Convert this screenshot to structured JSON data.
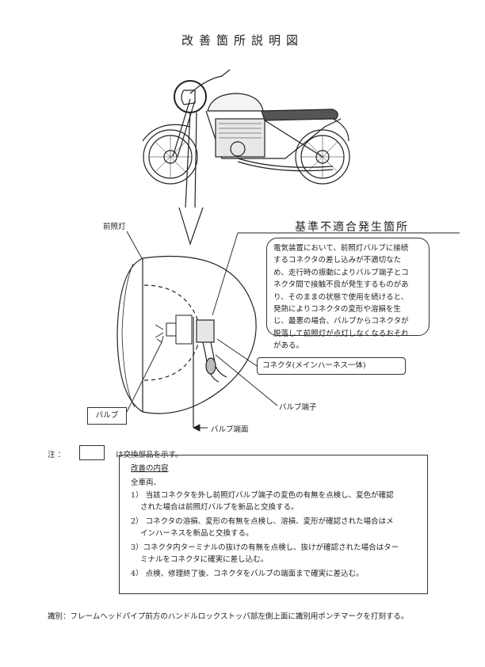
{
  "title": "改善箇所説明図",
  "callout": {
    "title": "基準不適合発生箇所",
    "lines": [
      "電気装置において、前照灯バルブに接続",
      "するコネクタの差し込みが不適切なた",
      "め、走行時の振動によりバルブ端子とコ",
      "ネクタ間で接触不良が発生するものがあ",
      "り、そのままの状態で使用を続けると、",
      "発熱によりコネクタの変形や溶損を生",
      "じ、最悪の場合、バルブからコネクタが",
      "脱落して前照灯が点灯しなくなるおそれ",
      "がある。"
    ]
  },
  "labels": {
    "headlight": "前照灯",
    "connector": "コネクタ(メインハーネス一体)",
    "bulb_terminal": "バルブ端子",
    "bulb_end_face": "バルブ端面",
    "bulb": "バルブ"
  },
  "note": {
    "prefix": "注 ：",
    "text": "は交換部品を示す。"
  },
  "content": {
    "heading": "改善の内容",
    "scope": "全車両、",
    "items": [
      {
        "first": "1） 当該コネクタを外し前照灯バルブ端子の変色の有無を点検し、変色が確認",
        "second": "された場合は前照灯バルブを新品と交換する。"
      },
      {
        "first": "2） コネクタの溶損、変形の有無を点検し、溶損、変形が確認された場合はメ",
        "second": "インハーネスを新品と交換する。"
      },
      {
        "first": "3）コネクタ内ターミナルの抜けの有無を点検し、抜けが確認された場合はター",
        "second": "ミナルをコネクタに確実に差し込む。"
      },
      {
        "first": "4） 点検、修理終了後、コネクタをバルブの端面まで確実に差込む。",
        "second": ""
      }
    ]
  },
  "identification": "識別：フレームヘッドパイプ前方のハンドルロックストッパ部左側上面に識別用ポンチマークを打刻する。"
}
